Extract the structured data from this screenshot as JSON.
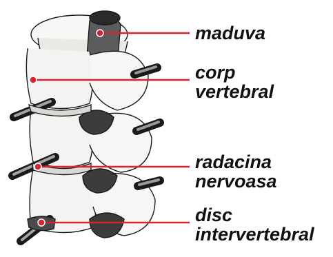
{
  "colors": {
    "leader": "#d8242f",
    "ink": "#1a1a1a",
    "bone": "#f4f4f2",
    "shade": "#6d6d6d"
  },
  "labels": [
    {
      "id": "maduva",
      "lines": [
        "maduva"
      ]
    },
    {
      "id": "corp",
      "lines": [
        "corp",
        "vertebral"
      ]
    },
    {
      "id": "radacina",
      "lines": [
        "radacina",
        "nervoasa"
      ]
    },
    {
      "id": "disc",
      "lines": [
        "disc",
        "intervertebral"
      ]
    }
  ]
}
